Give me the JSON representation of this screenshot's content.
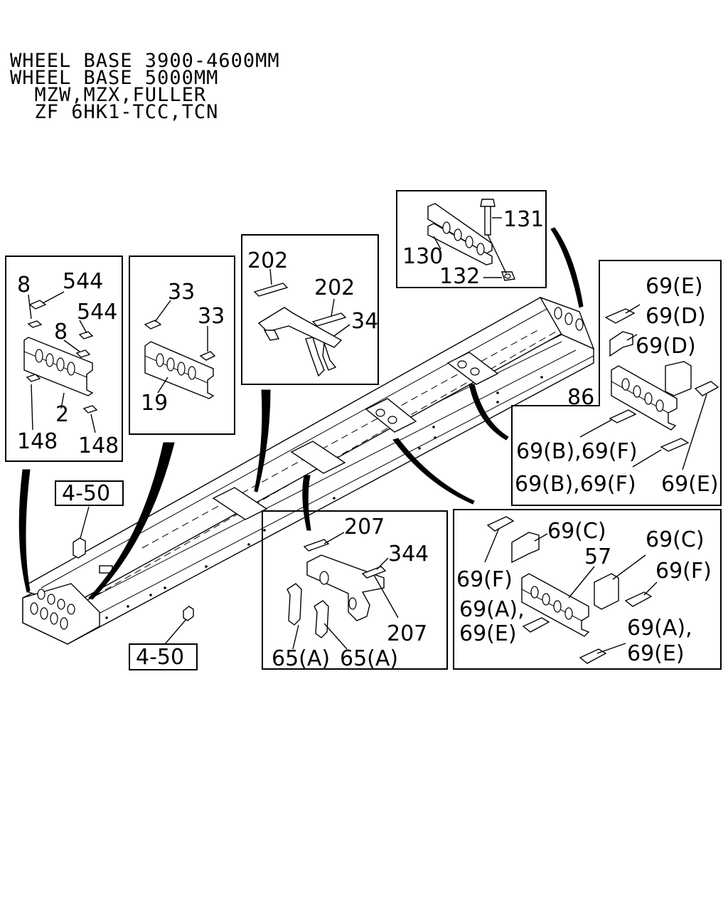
{
  "header": {
    "lines": [
      "WHEEL BASE 3900-4600MM",
      "WHEEL BASE 5000MM",
      "  MZW,MZX,FULLER",
      "  ZF 6HK1-TCC,TCN"
    ]
  },
  "detail_boxes": {
    "front_crossmember": {
      "labels": [
        "8",
        "544",
        "544",
        "8",
        "2",
        "148",
        "148"
      ]
    },
    "second_crossmember": {
      "labels": [
        "33",
        "33",
        "19"
      ]
    },
    "third_crossmember": {
      "labels": [
        "202",
        "202",
        "34"
      ]
    },
    "rear_end": {
      "labels": [
        "131",
        "130",
        "132"
      ]
    },
    "rear_crossmember": {
      "labels": [
        "69(E)",
        "69(D)",
        "69(D)",
        "86",
        "69(B),69(F)",
        "69(B),69(F)",
        "69(E)"
      ]
    },
    "mid_crossmember": {
      "labels": [
        "69(C)",
        "69(C)",
        "57",
        "69(F)",
        "69(F)",
        "69(A),",
        "69(E)",
        "69(A),",
        "69(E)"
      ]
    },
    "hanger": {
      "labels": [
        "207",
        "344",
        "207",
        "65(A)",
        "65(A)"
      ]
    }
  },
  "references": {
    "ref_upper": "4-50",
    "ref_lower": "4-50"
  }
}
